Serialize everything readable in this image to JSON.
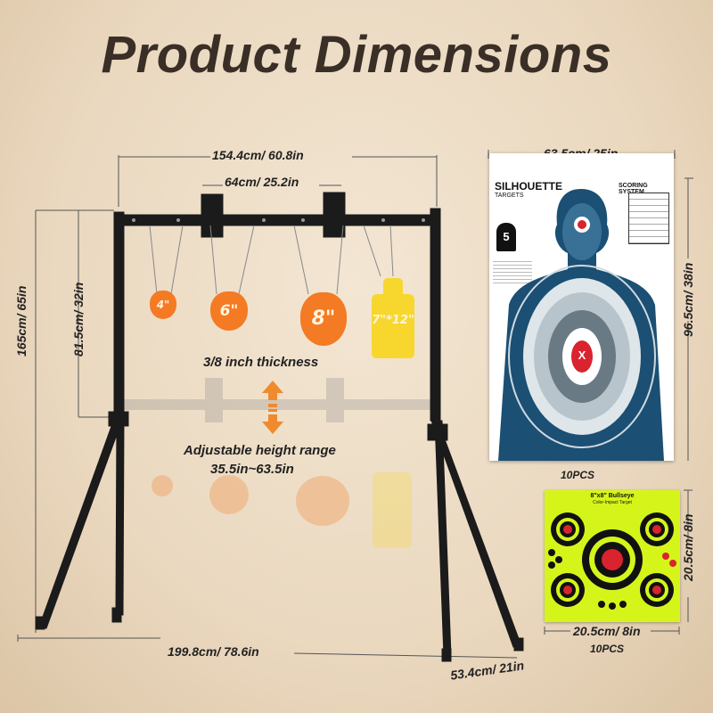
{
  "title": "Product Dimensions",
  "stand": {
    "top_width": "154.4cm/ 60.8in",
    "hanger_spacing": "64cm/ 25.2in",
    "total_height": "165cm/ 65in",
    "bar_height": "81.5cm/ 32in",
    "base_width": "199.8cm/ 78.6in",
    "leg_depth": "53.4cm/ 21in",
    "thickness_note": "3/8 inch thickness",
    "adjust_note": "Adjustable height range",
    "adjust_range": "35.5in~63.5in"
  },
  "plates": [
    {
      "label": "4\"",
      "color": "#f47a24"
    },
    {
      "label": "6\"",
      "color": "#f47a24"
    },
    {
      "label": "8\"",
      "color": "#f47a24"
    },
    {
      "label": "7\"*12\"",
      "color": "#f7d72e"
    }
  ],
  "silhouette_target": {
    "width_dim": "63.5cm/ 25in",
    "height_dim": "96.5cm/ 38in",
    "heading": "SILHOUETTE",
    "subheading": "TARGETS",
    "scoring_heading": "SCORING SYSTEM",
    "badge_number": "5",
    "center_mark": "X",
    "quantity": "10PCS"
  },
  "bullseye_target": {
    "heading": "8\"x8\" Bullseye",
    "subheading": "Color-Impact Target",
    "width_dim": "20.5cm/ 8in",
    "height_dim": "20.5cm/ 8in",
    "quantity": "10PCS",
    "accent": "#d5f51a"
  },
  "colors": {
    "frame": "#1b1b1b",
    "orange_plate": "#f47a24",
    "yellow_plate": "#f7d72e",
    "title": "#3a2f26"
  }
}
